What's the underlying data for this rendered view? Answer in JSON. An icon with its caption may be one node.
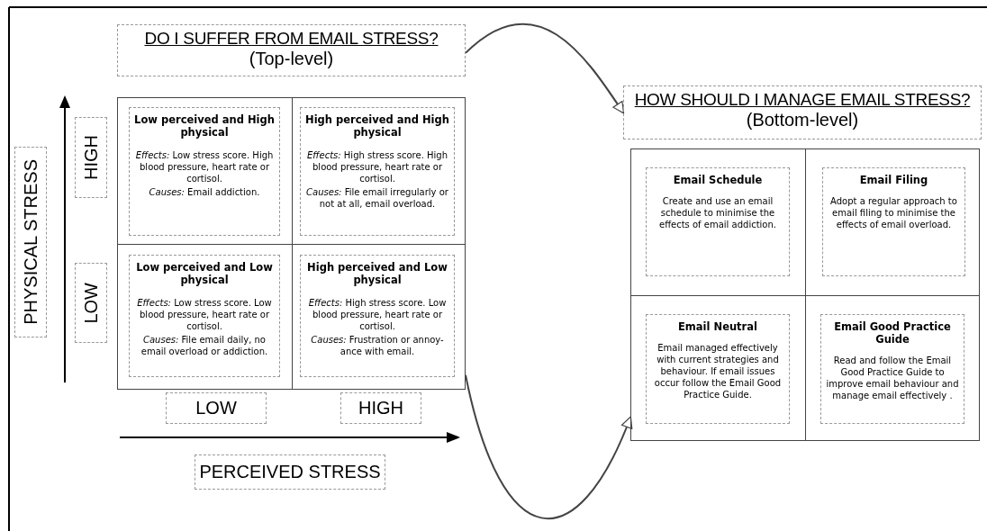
{
  "diagram": {
    "nodes": [
      {
        "text": [
          "DO I SUFFER FROM EMAIL STRESS?",
          "(Top-level)"
        ]
      },
      {
        "text": [],
        "shape": "box"
      },
      {
        "text": [
          "Low perceived and High physical",
          "*Effects:* Low stress score. High blood pressure, heart rate or cortisol.",
          "*Causes:* Email addiction."
        ],
        "in": 1
      },
      {
        "text": [
          "High perceived and High physical",
          "*Effects:* High stress score. High blood pressure, heart rate or cortisol.",
          "*Causes:* File email irregularly or not at all, email overload."
        ],
        "in": 1
      },
      {
        "text": [
          "Low perceived and Low physical",
          "*Effects:* Low stress score. Low blood pressure, heart rate or cortisol.",
          "*Causes:* File email daily, no email overload or addiction."
        ],
        "in": 1
      },
      {
        "text": [
          "High perceived and Low physical",
          "*Effects:* High stress score. Low blood pressure, heart rate or cortisol.",
          "*Causes:* Frustration or annoy-ance with email."
        ],
        "in": 1
      },
      {
        "text": [
          "PHYSICAL STRESS"
        ]
      },
      {
        "text": [
          "HIGH"
        ]
      },
      {
        "text": [
          "LOW"
        ]
      },
      {
        "text": [
          "LOW"
        ]
      },
      {
        "text": [
          "HIGH"
        ]
      },
      {
        "text": [
          "PERCEIVED STRESS"
        ]
      },
      {
        "text": [
          "HOW SHOULD I MANAGE EMAIL STRESS?",
          "(Bottom-level)"
        ]
      },
      {
        "text": [],
        "shape": "box"
      },
      {
        "text": [
          "Email Schedule",
          "Create and use an email schedule to minimise the effects of email addiction."
        ],
        "in": 13
      },
      {
        "text": [
          "Email Filing",
          "Adopt a regular approach to email filing to minimise the effects of email overload."
        ],
        "in": 13
      },
      {
        "text": [
          "Email Neutral",
          "Email managed effectively with current strategies and behaviour. If email issues occur follow the Email Good Practice Guide."
        ],
        "in": 13
      },
      {
        "text": [
          "Email Good Practice Guide",
          "Read and follow the Email Good Practice Guide to improve email behaviour and manage email effectively ."
        ],
        "in": 13
      }
    ],
    "edges": [
      {
        "from": 0,
        "to": 12,
        "arrow": "to"
      },
      {
        "from": 1,
        "to": 13,
        "arrow": "to"
      }
    ]
  }
}
